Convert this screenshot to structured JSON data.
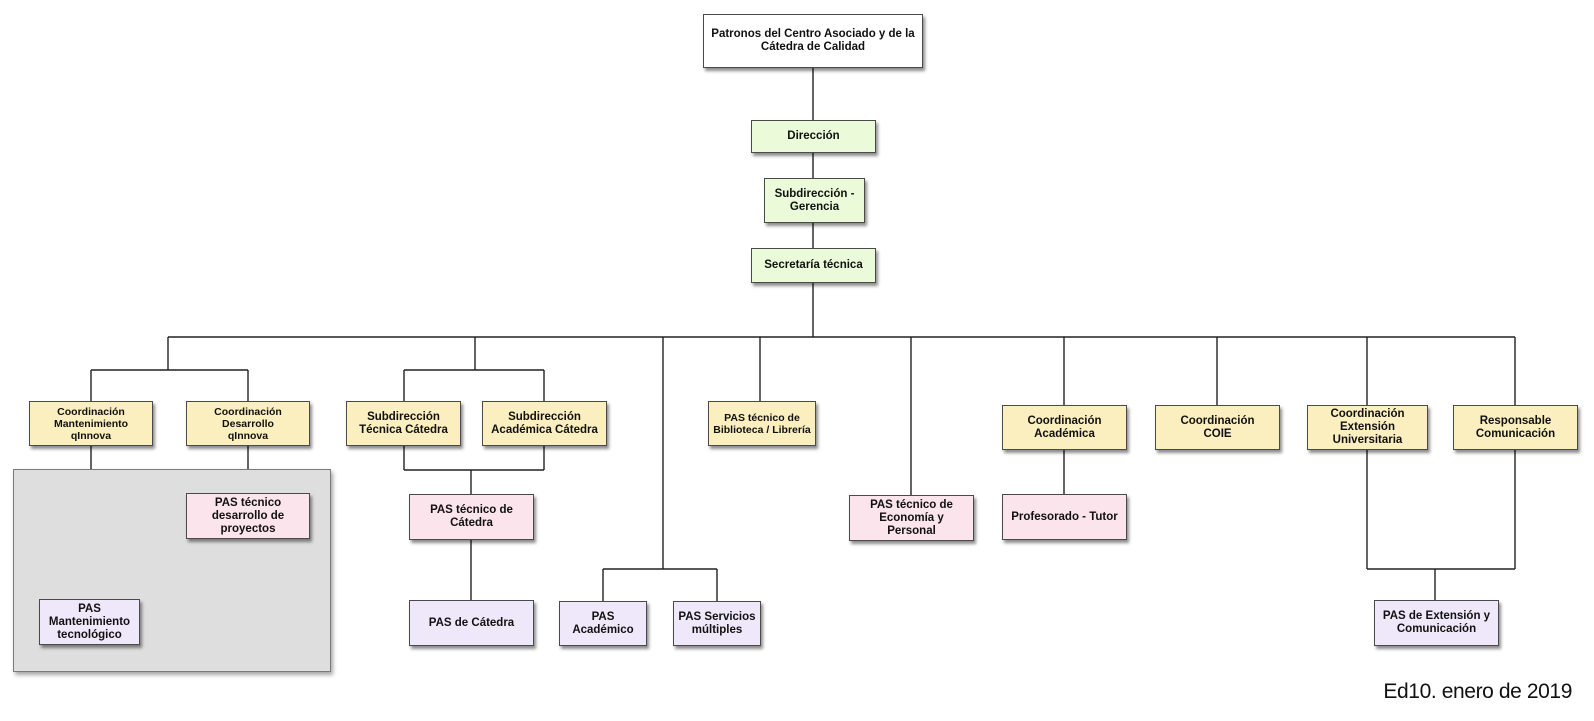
{
  "org_chart": {
    "nodes": {
      "patronos": "Patronos del Centro Asociado y de la Cátedra de Calidad",
      "direccion": "Dirección",
      "subdireccion_gerencia": "Subdirección -\nGerencia",
      "secretaria": "Secretaría técnica",
      "coord_mant": "Coordinación\nMantenimiento\nqInnova",
      "coord_des": "Coordinación\nDesarrollo\nqInnova",
      "pas_tec_des": "PAS técnico\ndesarrollo de\nproyectos",
      "pas_mant": "PAS\nMantenimiento\ntecnológico",
      "sub_tec_cat": "Subdirección\nTécnica Cátedra",
      "sub_acad_cat": "Subdirección\nAcadémica Cátedra",
      "pas_tec_cat": "PAS técnico de\nCátedra",
      "pas_cat": "PAS de Cátedra",
      "pas_academico": "PAS\nAcadémico",
      "pas_servicios": "PAS Servicios\nmúltiples",
      "pas_biblio": "PAS técnico de\nBiblioteca / Librería",
      "pas_econ": "PAS técnico de\nEconomía y Personal",
      "coord_acad": "Coordinación\nAcadémica",
      "profesorado": "Profesorado - Tutor",
      "coord_coie": "Coordinación\nCOIE",
      "coord_ext": "Coordinación\nExtensión\nUniversitaria",
      "resp_com": "Responsable\nComunicación",
      "pas_ext_com": "PAS de Extensión y\nComunicación"
    },
    "colors": {
      "top": "#ffffff",
      "management": "#ebfbd9",
      "coordination": "#fbefbf",
      "technical_staff": "#fbe4ec",
      "support_staff": "#efe8fb",
      "group_panel": "#dedede",
      "lines": "#222222"
    }
  },
  "footer": {
    "edition": "Ed10. enero de 2019"
  }
}
